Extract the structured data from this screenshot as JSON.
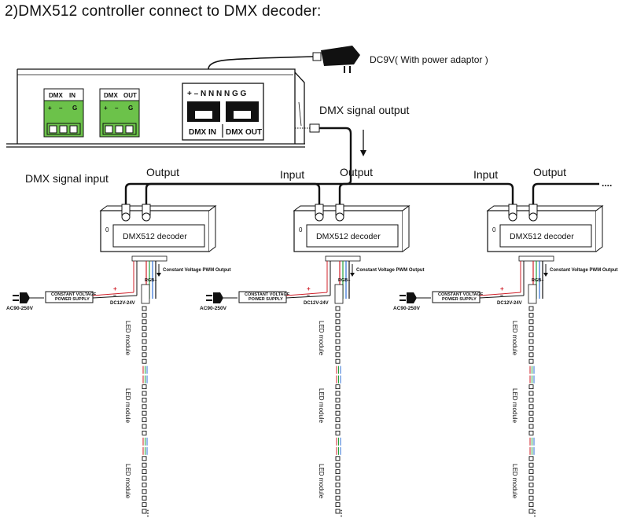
{
  "title": "2)DMX512 controller connect to DMX decoder:",
  "power_adaptor_label": "DC9V( With power adaptor )",
  "controller": {
    "dmx_in_block": {
      "title_left": "DMX",
      "title_right": "IN",
      "plus": "+",
      "minus": "–",
      "g": "G"
    },
    "dmx_out_block": {
      "title_left": "DMX",
      "title_right": "OUT",
      "plus": "+",
      "minus": "–",
      "g": "G"
    },
    "rj45_top": "+ – N N N N G G",
    "rj45_in": "DMX IN",
    "rj45_out": "DMX OUT"
  },
  "signal_output_label": "DMX signal output",
  "signal_input_label": "DMX signal input",
  "input_label": "Input",
  "output_label": "Output",
  "decoder_label": "DMX512 decoder",
  "pwm_output_label": "Constant Voltage PWM Output",
  "psu_label_line1": "CONSTANT VOLTAGE",
  "psu_label_line2": "POWER SUPPLY",
  "dc_label": "DC12V-24V",
  "ac_label": "AC90-250V",
  "rgb_label": "RGB+",
  "led_module_label": "LED module",
  "plus_sign": "+",
  "minus_sign": "–",
  "decoder_count": 3,
  "colors": {
    "red": "#d0202a",
    "green": "#22a03a",
    "blue": "#2f6fd6",
    "terminal": "#6cc24a"
  }
}
